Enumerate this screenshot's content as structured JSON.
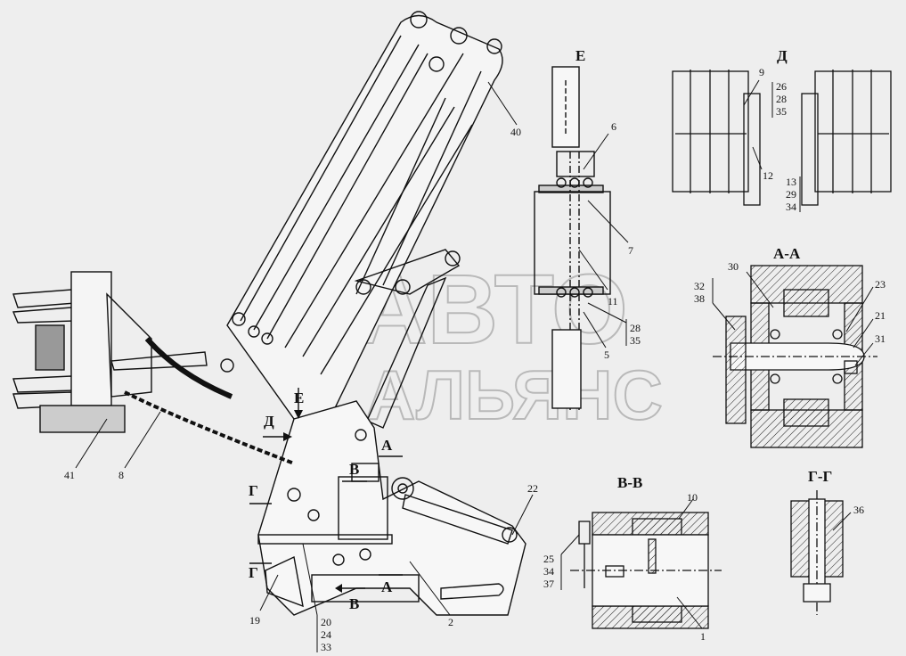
{
  "watermark": {
    "line1": "АВТО",
    "line2": "АЛЬЯНС"
  },
  "section_titles": {
    "e": "Е",
    "d": "Д",
    "aa": "А-А",
    "vv": "В-В",
    "gg": "Г-Г"
  },
  "view_markers": {
    "e": "Е",
    "d": "Д",
    "a_top": "А",
    "a_bottom": "А",
    "v_top": "В",
    "v_bottom": "В",
    "g_top": "Г",
    "g_bottom": "Г"
  },
  "callouts": {
    "c40": "40",
    "c6": "6",
    "c7": "7",
    "c11": "11",
    "c28": "28",
    "c35a": "35",
    "c5": "5",
    "c9": "9",
    "c26": "26",
    "c28b": "28",
    "c35b": "35",
    "c12": "12",
    "c13": "13",
    "c29": "29",
    "c34a": "34",
    "c30": "30",
    "c32": "32",
    "c38": "38",
    "c23": "23",
    "c21": "21",
    "c31": "31",
    "c10": "10",
    "c25": "25",
    "c34b": "34",
    "c37": "37",
    "c1": "1",
    "c36": "36",
    "c22": "22",
    "c2": "2",
    "c19": "19",
    "c20": "20",
    "c24": "24",
    "c33": "33",
    "c41": "41",
    "c8": "8"
  }
}
